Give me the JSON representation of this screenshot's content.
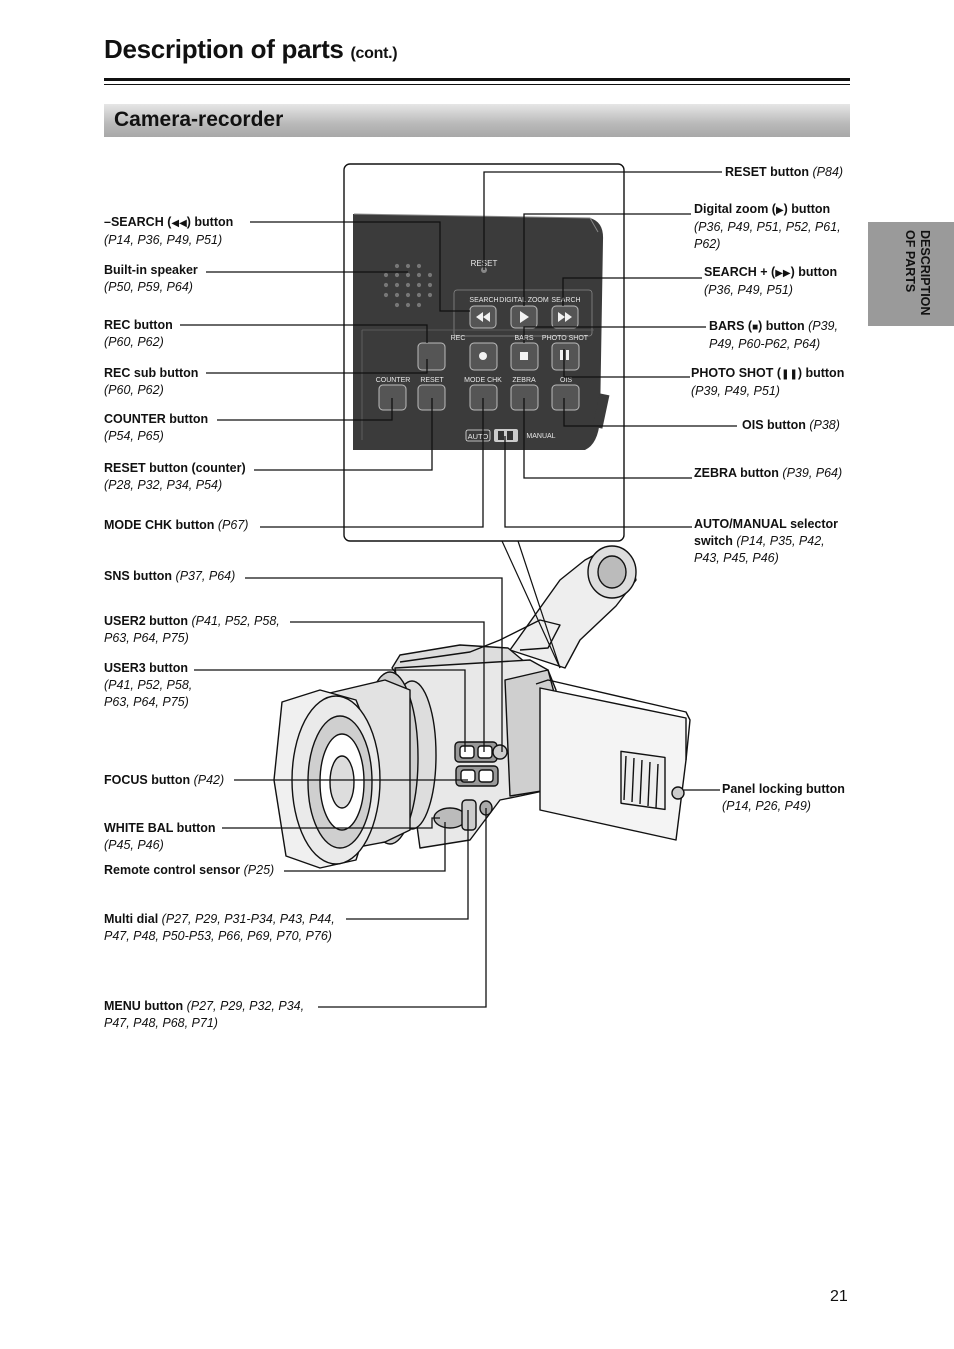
{
  "header": {
    "title": "Description of parts",
    "title_suffix": "(cont.)"
  },
  "section": {
    "title": "Camera-recorder"
  },
  "side_tab": {
    "line1": "DESCRIPTION",
    "line2": "OF PARTS"
  },
  "panel_markings": {
    "reset": "RESET",
    "search_minus": "SEARCH",
    "digital_zoom": "DIGITAL ZOOM",
    "search_plus": "SEARCH",
    "rec": "REC",
    "bars": "BARS",
    "photo_shot": "PHOTO SHOT",
    "counter": "COUNTER",
    "reset2": "RESET",
    "mode_chk": "MODE CHK",
    "zebra": "ZEBRA",
    "ois": "OIS",
    "auto": "AUTO",
    "manual": "MANUAL"
  },
  "labels": {
    "search_minus": {
      "name_pre": "–SEARCH (",
      "name_post": ") button",
      "refs": "(P14, P36, P49, P51)"
    },
    "builtin_speaker": {
      "name": "Built-in speaker",
      "refs": "(P50, P59, P64)"
    },
    "rec_button": {
      "name": "REC button",
      "refs": "(P60, P62)"
    },
    "rec_sub": {
      "name": "REC sub button",
      "refs": "(P60, P62)"
    },
    "counter": {
      "name": "COUNTER button",
      "refs": "(P54, P65)"
    },
    "reset_counter": {
      "name": "RESET button (counter)",
      "refs": "(P28, P32, P34, P54)"
    },
    "mode_chk": {
      "name": "MODE CHK button",
      "refs": "(P67)"
    },
    "sns": {
      "name": "SNS button",
      "refs": "(P37, P64)"
    },
    "user2": {
      "name": "USER2 button",
      "refs1": "(P41, P52, P58,",
      "refs2": "P63, P64, P75)"
    },
    "user3": {
      "name": "USER3 button",
      "refs1": "(P41, P52, P58,",
      "refs2": "P63, P64, P75)"
    },
    "focus": {
      "name": "FOCUS button",
      "refs": "(P42)"
    },
    "white_bal": {
      "name": "WHITE BAL button",
      "refs": "(P45, P46)"
    },
    "remote_sensor": {
      "name": "Remote control sensor",
      "refs": "(P25)"
    },
    "multi_dial": {
      "name": "Multi dial",
      "refs1": "(P27, P29, P31-P34, P43, P44,",
      "refs2": "P47, P48, P50-P53, P66, P69, P70, P76)"
    },
    "menu": {
      "name": "MENU button",
      "refs1": "(P27, P29, P32, P34,",
      "refs2": "P47, P48, P68, P71)"
    },
    "reset_button": {
      "name": "RESET button",
      "refs": "(P84)"
    },
    "digital_zoom": {
      "name_pre": "Digital zoom (",
      "name_post": ") button",
      "refs1": "(P36, P49, P51, P52, P61,",
      "refs2": "P62)"
    },
    "search_plus": {
      "name_pre": "SEARCH + (",
      "name_post": ") button",
      "refs": "(P36, P49, P51)"
    },
    "bars": {
      "name_pre": "BARS (",
      "name_post": ") button",
      "refs1": "(P39,",
      "refs2": "P49, P60-P62, P64)"
    },
    "photo_shot": {
      "name_pre": "PHOTO SHOT (",
      "name_post": ") button",
      "refs": "(P39, P49, P51)"
    },
    "ois": {
      "name": "OIS button",
      "refs": "(P38)"
    },
    "zebra": {
      "name": "ZEBRA button",
      "refs": "(P39, P64)"
    },
    "auto_manual": {
      "name1": "AUTO/MANUAL selector",
      "name2": "switch",
      "refs1": "(P14, P35, P42,",
      "refs2": "P43, P45, P46)"
    },
    "panel_lock": {
      "name": "Panel locking button",
      "refs": "(P14, P26, P49)"
    }
  },
  "page": {
    "number": "21"
  }
}
